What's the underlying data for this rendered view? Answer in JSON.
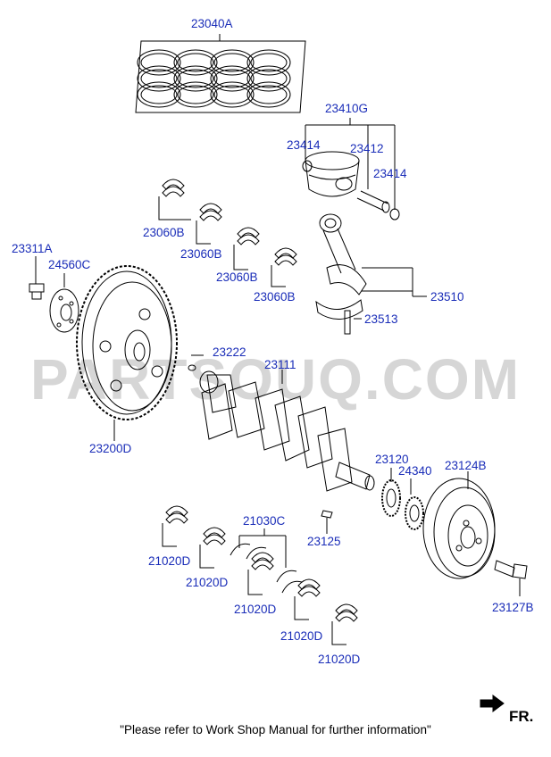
{
  "watermark": "PARTSOUQ.COM",
  "footer_note": "\"Please refer to Work Shop Manual for further information\"",
  "direction_mark": "FR.",
  "colors": {
    "callout": "#1a2db8",
    "line": "#000000",
    "watermark": "#d6d6d6"
  },
  "callouts": {
    "c23040A": "23040A",
    "c23410G": "23410G",
    "c23414_left": "23414",
    "c23412": "23412",
    "c23414_right": "23414",
    "c23060B_1": "23060B",
    "c23060B_2": "23060B",
    "c23060B_3": "23060B",
    "c23060B_4": "23060B",
    "c23311A": "23311A",
    "c24560C": "24560C",
    "c23510": "23510",
    "c23513": "23513",
    "c23222": "23222",
    "c23111": "23111",
    "c23200D": "23200D",
    "c23120": "23120",
    "c24340": "24340",
    "c23124B": "23124B",
    "c21030C": "21030C",
    "c23125": "23125",
    "c21020D_1": "21020D",
    "c21020D_2": "21020D",
    "c21020D_3": "21020D",
    "c21020D_4": "21020D",
    "c21020D_5": "21020D",
    "c23127B": "23127B"
  }
}
